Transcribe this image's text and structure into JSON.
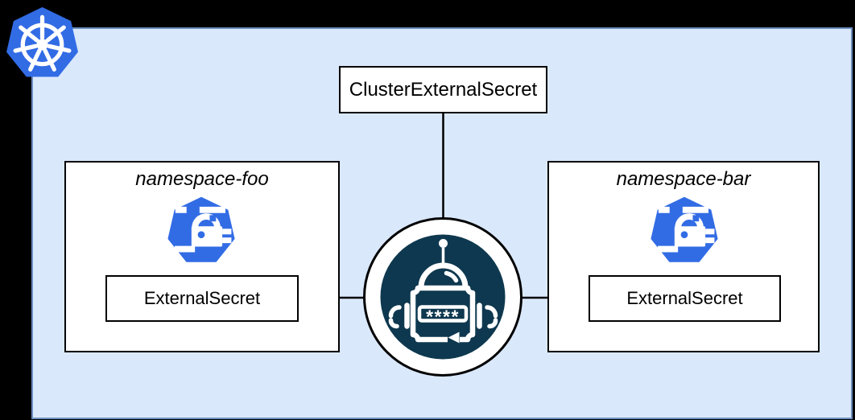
{
  "colors": {
    "kubernetes_blue": "#326CE5",
    "cluster_fill": "#DAE8FC",
    "cluster_border": "#6C8EBF",
    "operator_navy": "#0E384F",
    "box_fill": "#FFFFFF",
    "box_border": "#000000",
    "canvas_background": "#000000"
  },
  "cluster": {
    "resource_label": "ClusterExternalSecret"
  },
  "operator": {
    "password_mask": "****"
  },
  "namespaces": [
    {
      "name": "namespace-foo",
      "resource_label": "ExternalSecret"
    },
    {
      "name": "namespace-bar",
      "resource_label": "ExternalSecret"
    }
  ],
  "icons": {
    "top_left": "kubernetes-logo",
    "namespace_resource": "kubernetes-secret",
    "center": "external-secrets-operator-robot"
  }
}
